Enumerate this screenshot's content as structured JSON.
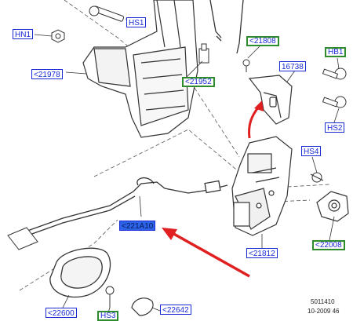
{
  "callouts": {
    "hs1": "HS1",
    "hn1": "HN1",
    "p21978": "<21978",
    "p21808": "<21808",
    "hb1": "HB1",
    "p16738": "16738",
    "p21952": "<21952",
    "hs2": "HS2",
    "hs4": "HS4",
    "p221A10": "<221A10",
    "p21812": "<21812",
    "p22008": "<22008",
    "p22600": "<22600",
    "hs3": "HS3",
    "p22642": "<22642"
  },
  "footer": {
    "code": "5011410",
    "date": "10-2009 46"
  },
  "colors": {
    "callout_text": "#1a2bd6",
    "green_border": "#2e8b2e",
    "highlight_fill": "#2c63e8",
    "arrow_red": "#e02020",
    "line_art": "#333333"
  }
}
